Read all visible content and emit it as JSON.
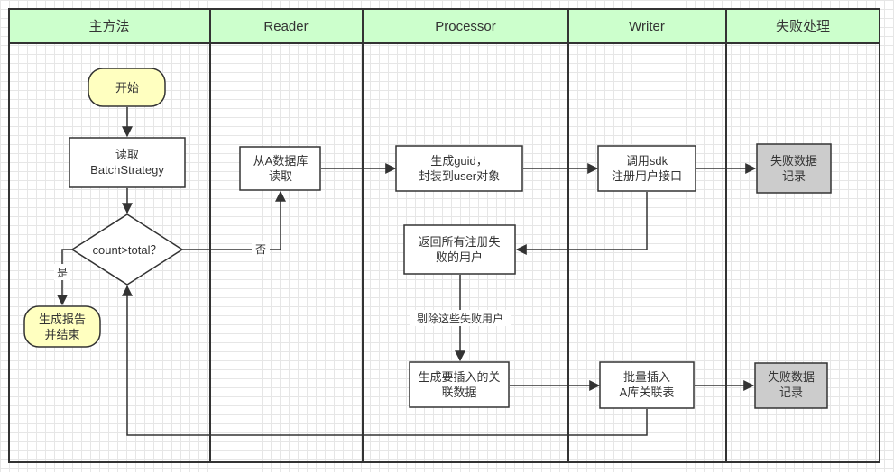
{
  "lanes": [
    "主方法",
    "Reader",
    "Processor",
    "Writer",
    "失败处理"
  ],
  "nodes": {
    "start": [
      "开始"
    ],
    "read_strategy": [
      "读取",
      "BatchStrategy"
    ],
    "decision": [
      "count>total？"
    ],
    "report": [
      "生成报告",
      "并结束"
    ],
    "read_db": [
      "从A数据库",
      "读取"
    ],
    "gen_guid": [
      "生成guid，",
      "封装到user对象"
    ],
    "call_sdk": [
      "调用sdk",
      "注册用户接口"
    ],
    "fail_record_1": [
      "失败数据",
      "记录"
    ],
    "return_failed": [
      "返回所有注册失",
      "败的用户"
    ],
    "gen_relation": [
      "生成要插入的关",
      "联数据"
    ],
    "batch_insert": [
      "批量插入",
      "A库关联表"
    ],
    "fail_record_2": [
      "失败数据",
      "记录"
    ]
  },
  "edge_labels": {
    "no": "否",
    "yes": "是",
    "remove_failed": "剔除这些失败用户"
  }
}
